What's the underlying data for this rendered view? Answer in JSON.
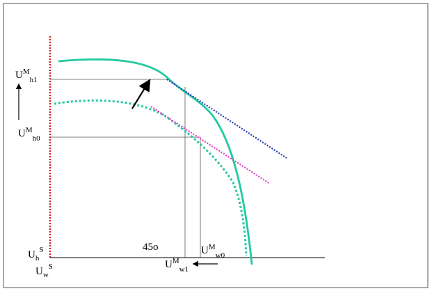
{
  "diagram": {
    "labels": {
      "uh1": {
        "base": "U",
        "sup": "M",
        "sub": "h1"
      },
      "uh0": {
        "base": "U",
        "sup": "M",
        "sub": "h0"
      },
      "uhs": {
        "base": "U",
        "sub": "h",
        "sup": "S"
      },
      "uws": {
        "base": "U",
        "sub": "w",
        "sup": "S"
      },
      "uw1": {
        "base": "U",
        "sup": "M",
        "sub": "w1"
      },
      "uw0": {
        "base": "U",
        "sup": "M",
        "sub": "w0"
      },
      "angle": "45o"
    },
    "colors": {
      "frame": "#555555",
      "axis": "#000000",
      "vertical_dotted_axis": "#cc2222",
      "frontier_solid": "#22c8a0",
      "frontier_dotted": "#22c8a0",
      "tangent_blue": "#2a3bb8",
      "tangent_pink": "#e040c8",
      "guide_lines": "#555555",
      "arrows": "#000000"
    }
  }
}
